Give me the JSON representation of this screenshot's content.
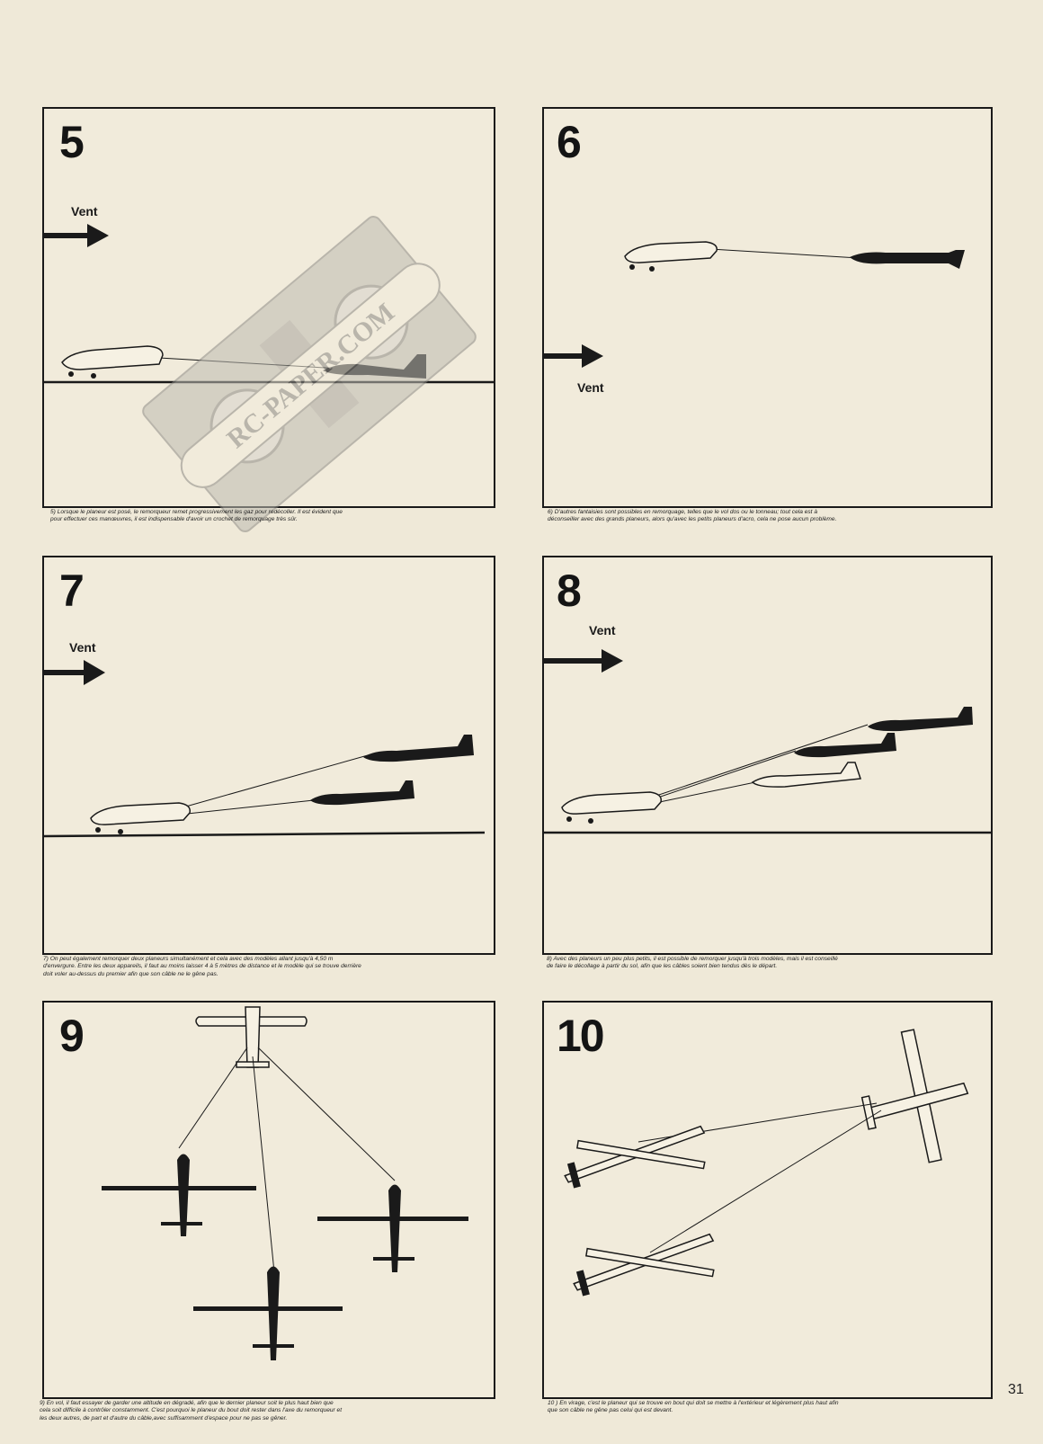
{
  "page_number": "31",
  "wind_label": "Vent",
  "watermark": "RC-PAPER.COM",
  "panels": [
    {
      "number": "5",
      "caption": [
        "5) Lorsque le planeur est posé, le remorqueur remet progressivement les gaz pour redécoller. Il est évident que",
        "pour effectuer ces manœuvres, il est indispensable d'avoir un crochet de remorquage très sûr."
      ]
    },
    {
      "number": "6",
      "caption": [
        "6) D'autres fantaisies sont possibles en remorquage, telles que le vol dos ou le tonneau; tout cela est à",
        "déconseiller avec des grands planeurs, alors qu'avec les petits planeurs d'acro, cela ne pose aucun problème."
      ]
    },
    {
      "number": "7",
      "caption": [
        "7) On peut également remorquer deux planeurs simultanément et cela avec des modèles allant jusqu'à 4,50 m",
        "d'envergure. Entre les deux appareils, il faut au moins laisser 4 à 5 mètres de distance et le modèle qui se trouve derrière",
        "doit voler au-dessus du premier afin que son câble ne le gêne pas."
      ]
    },
    {
      "number": "8",
      "caption": [
        "8) Avec des planeurs un peu plus petits, il est possible de remorquer jusqu'à trois modèles, mais il est conseillé",
        "de faire le décollage à partir du sol, afin que les câbles soient bien tendus dès le départ."
      ]
    },
    {
      "number": "9",
      "caption": [
        "9) En vol, il faut essayer de garder une altitude en dégradé, afin que le dernier planeur soit le plus haut bien que",
        "cela soit difficile à contrôler constamment. C'est pourquoi le planeur du bout doit rester dans l'axe du remorqueur et",
        "les deux autres, de part et d'autre du câble,avec suffisamment d'espace pour ne pas se gêner."
      ]
    },
    {
      "number": "10",
      "caption": [
        "10 ) En virage, c'est le planeur qui se trouve en bout qui doit se mettre à l'extérieur et légèrement plus haut afin",
        "que son câble ne gêne pas celui qui est devant."
      ]
    }
  ]
}
